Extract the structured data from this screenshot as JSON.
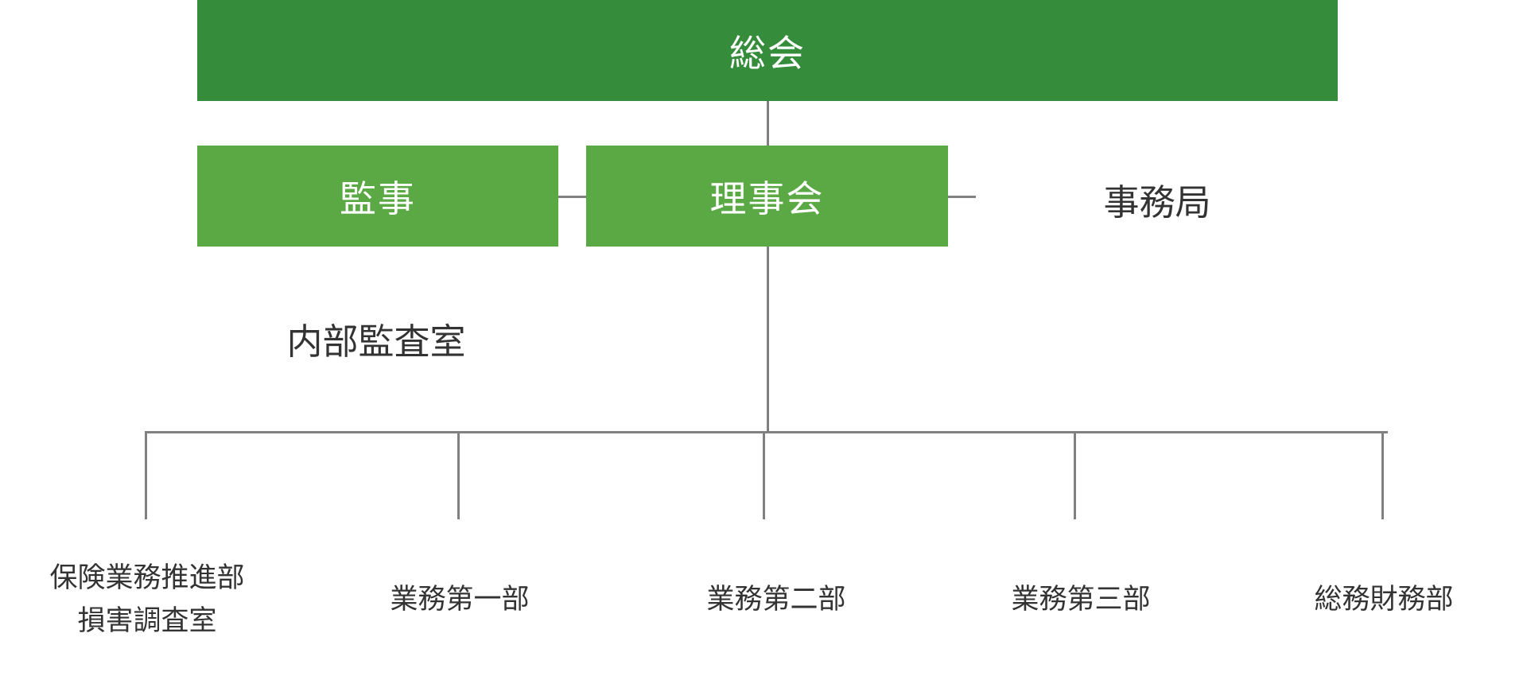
{
  "colors": {
    "general_meeting_fill": "#358d3c",
    "board_fill": "#5aa945",
    "connector": "#808080",
    "text_dark": "#333333",
    "text_on_box": "#ffffff"
  },
  "nodes": {
    "general_meeting": "総会",
    "auditor": "監事",
    "board": "理事会",
    "secretariat": "事務局",
    "internal_audit": "内部監査室"
  },
  "departments": [
    {
      "line1": "保険業務推進部",
      "line2": "損害調査室"
    },
    {
      "line1": "業務第一部"
    },
    {
      "line1": "業務第二部"
    },
    {
      "line1": "業務第三部"
    },
    {
      "line1": "総務財務部"
    }
  ]
}
